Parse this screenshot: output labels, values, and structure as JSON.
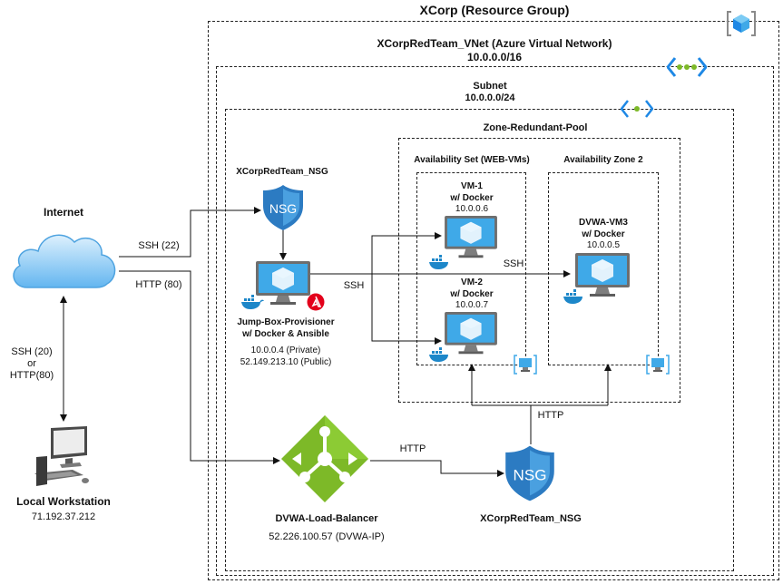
{
  "resource_group": {
    "title": "XCorp (Resource Group)"
  },
  "vnet": {
    "title": "XCorpRedTeam_VNet (Azure Virtual Network)",
    "cidr": "10.0.0.0/16"
  },
  "subnet": {
    "title": "Subnet",
    "cidr": "10.0.0.0/24"
  },
  "pool": {
    "title": "Zone-Redundant-Pool"
  },
  "availability_set": {
    "title": "Availability Set (WEB-VMs)"
  },
  "availability_zone": {
    "title": "Availability Zone 2"
  },
  "vm1": {
    "name": "VM-1",
    "docker": "w/ Docker",
    "ip": "10.0.0.6"
  },
  "vm2": {
    "name": "VM-2",
    "docker": "w/ Docker",
    "ip": "10.0.0.7"
  },
  "vm3": {
    "name": "DVWA-VM3",
    "docker": "w/ Docker",
    "ip": "10.0.0.5"
  },
  "jumpbox": {
    "name": "Jump-Box-Provisioner",
    "tools": "w/ Docker & Ansible",
    "private_ip": "10.0.0.4 (Private)",
    "public_ip": "52.149.213.10 (Public)"
  },
  "nsg_top": {
    "label": "XCorpRedTeam_NSG",
    "icon_text": "NSG"
  },
  "nsg_bottom": {
    "label": "XCorpRedTeam_NSG",
    "icon_text": "NSG"
  },
  "internet": {
    "label": "Internet"
  },
  "workstation": {
    "label": "Local Workstation",
    "ip": "71.192.37.212"
  },
  "load_balancer": {
    "label": "DVWA-Load-Balancer",
    "ip": "52.226.100.57 (DVWA-IP)"
  },
  "links": {
    "ssh22": "SSH (22)",
    "http80": "HTTP (80)",
    "ssh_jump": "SSH",
    "ssh_vm3": "SSH",
    "ws_line1": "SSH (20)",
    "ws_line2": "or",
    "ws_line3": "HTTP(80)",
    "lb_http": "HTTP",
    "nsg_http": "HTTP"
  },
  "colors": {
    "azure_blue": "#1E88E5",
    "vm_screen": "#3FA9E8",
    "nsg_shield": "#2C7BC2",
    "lb_green": "#7DB928",
    "ansible_red": "#E3001B",
    "docker_blue": "#1D87C9"
  }
}
